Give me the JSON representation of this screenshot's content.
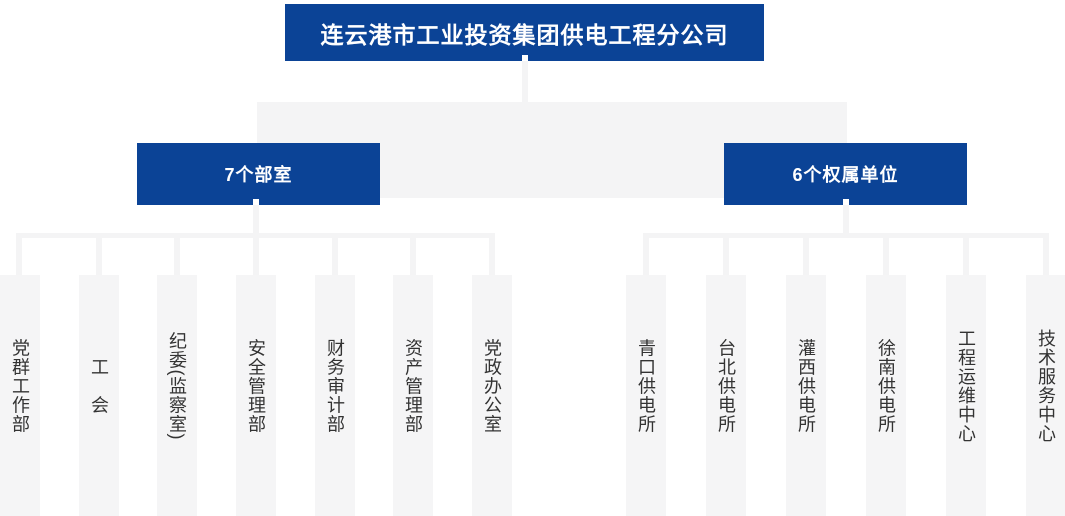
{
  "title": {
    "label": "连云港市工业投资集团供电工程分公司"
  },
  "branches": [
    {
      "label": "7个部室",
      "children": [
        "党群工作部",
        "工　会",
        "纪委(监察室)",
        "安全管理部",
        "财务审计部",
        "资产管理部",
        "党政办公室"
      ]
    },
    {
      "label": "6个权属单位",
      "children": [
        "青口供电所",
        "台北供电所",
        "灌西供电所",
        "徐南供电所",
        "工程运维中心",
        "技术服务中心"
      ]
    }
  ],
  "colors": {
    "brand_blue": "#0b4396",
    "connector_gray": "#f4f4f5",
    "column_gray": "#f5f5f6",
    "column_text": "#333333"
  }
}
